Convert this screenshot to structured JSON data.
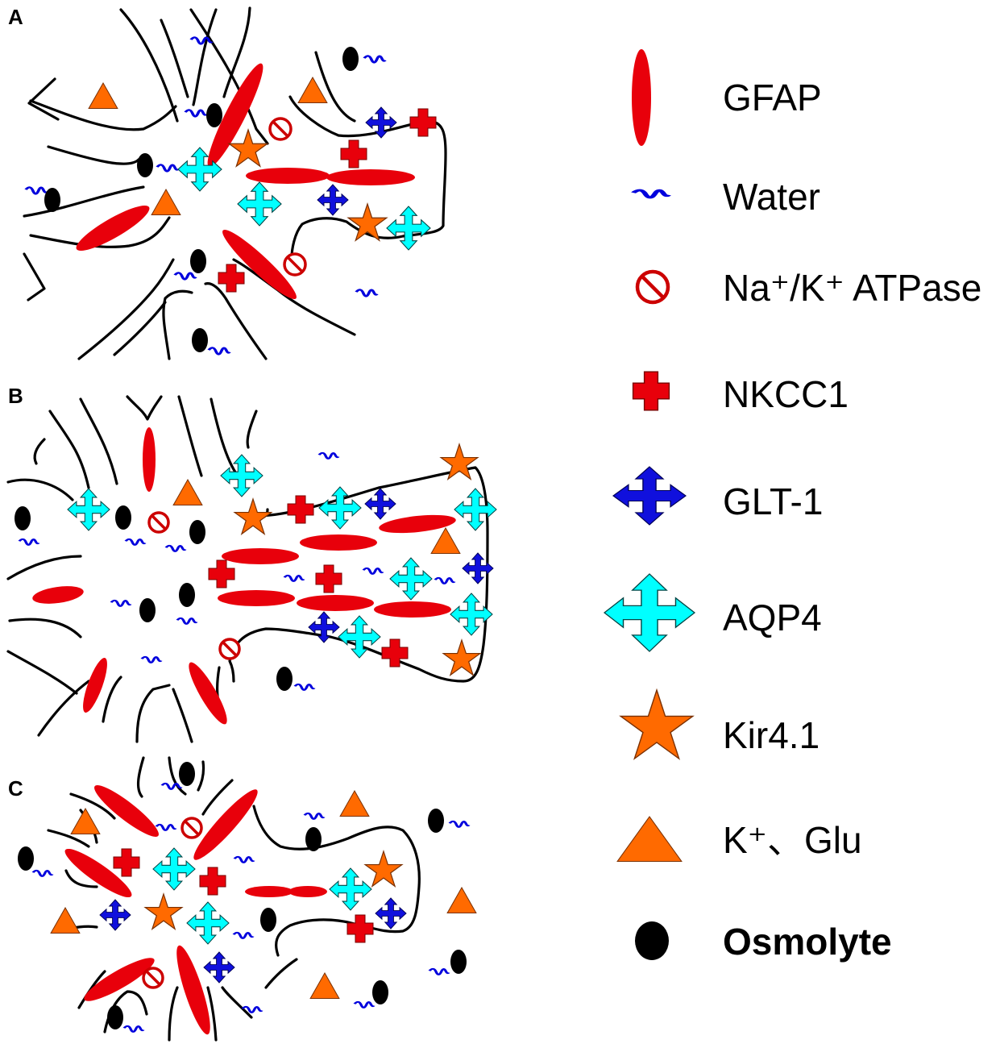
{
  "panels": [
    {
      "id": "A",
      "label": "A"
    },
    {
      "id": "B",
      "label": "B"
    },
    {
      "id": "C",
      "label": "C"
    }
  ],
  "legend": [
    {
      "key": "gfap",
      "label": "GFAP",
      "icon": "red-ellipse-icon",
      "color": "#e8000b"
    },
    {
      "key": "water",
      "label": "Water",
      "icon": "blue-wave-icon",
      "color": "#0000dd"
    },
    {
      "key": "atpase",
      "label": "Na⁺/K⁺ ATPase",
      "icon": "no-entry-circle-icon",
      "color": "#cc0000"
    },
    {
      "key": "nkcc1",
      "label": "NKCC1",
      "icon": "red-cross-icon",
      "color": "#e8000b"
    },
    {
      "key": "glt1",
      "label": "GLT-1",
      "icon": "blue-four-arrow-icon",
      "color": "#1010dd"
    },
    {
      "key": "aqp4",
      "label": "AQP4",
      "icon": "cyan-four-arrow-icon",
      "color": "#00ffff"
    },
    {
      "key": "kir41",
      "label": "Kir4.1",
      "icon": "orange-star-icon",
      "color": "#ff6a00"
    },
    {
      "key": "kglu",
      "label": "K⁺、Glu",
      "icon": "orange-triangle-icon",
      "color": "#ff6a00"
    },
    {
      "key": "osmolyte",
      "label": "Osmolyte",
      "icon": "black-ellipse-icon",
      "color": "#000000"
    }
  ]
}
